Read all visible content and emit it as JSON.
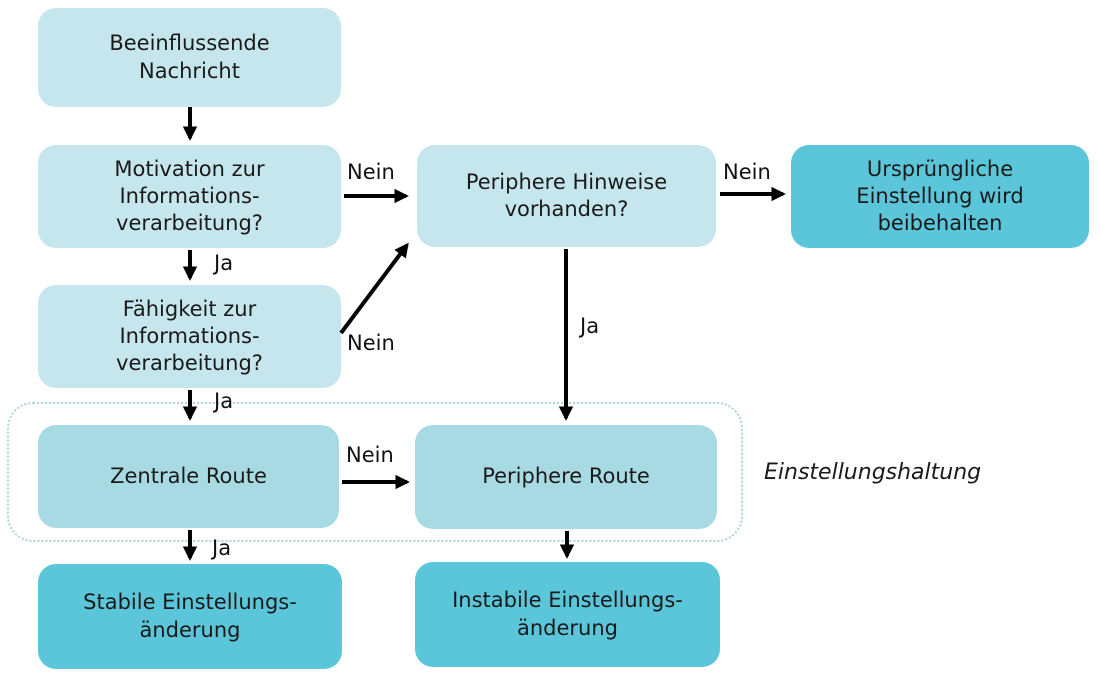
{
  "diagram": {
    "background": "#ffffff",
    "colors": {
      "node_light": "#c6e6ee",
      "node_medium": "#a8dae3",
      "node_dark": "#5bc6d9",
      "group_border": "#a9d4e0",
      "arrow": "#000000",
      "text": "#1a1a1a"
    },
    "nodes": {
      "beeinflussende_nachricht": "Beeinflussende\nNachricht",
      "motivation_verarbeitung": "Motivation zur\nInformations-\nverarbeitung?",
      "periphere_hinweise": "Periphere Hinweise\nvorhanden?",
      "urspruengliche_einstellung": "Ursprüngliche\nEinstellung wird\nbeibehalten",
      "faehigkeit_verarbeitung": "Fähigkeit zur\nInformations-\nverarbeitung?",
      "zentrale_route": "Zentrale Route",
      "periphere_route": "Periphere Route",
      "stabile_aenderung": "Stabile Einstellungs-\nänderung",
      "instabile_aenderung": "Instabile Einstellungs-\nänderung"
    },
    "edge_labels": {
      "motivation_nein": "Nein",
      "hinweise_nein": "Nein",
      "motivation_ja": "Ja",
      "faehigkeit_nein": "Nein",
      "faehigkeit_ja": "Ja",
      "hinweise_ja": "Ja",
      "zentrale_nein": "Nein",
      "zentrale_ja": "Ja"
    },
    "group_label": "Einstellungshaltung"
  }
}
